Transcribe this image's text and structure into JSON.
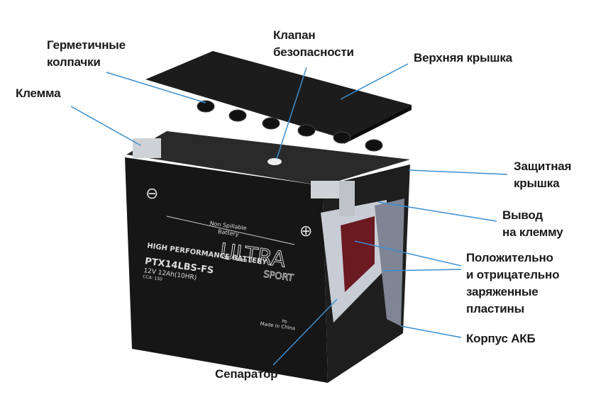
{
  "labels": {
    "caps": [
      "Герметичные",
      "колпачки"
    ],
    "terminal": [
      "Клемма"
    ],
    "valve": [
      "Клапан",
      "безопасности"
    ],
    "top_cover": [
      "Верхняя крышка"
    ],
    "protective_cover": [
      "Защитная",
      "крышка"
    ],
    "terminal_lead": [
      "Вывод",
      "на клемму"
    ],
    "plates": [
      "Положительно",
      "и отрицательно",
      "заряженные",
      "пластины"
    ],
    "case": [
      "Корпус АКБ"
    ],
    "separator": [
      "Сепаратор"
    ]
  },
  "battery": {
    "tagline": [
      "Non Spillable",
      "Battery"
    ],
    "brand": "ULTRA",
    "brand_sub": "SPORT",
    "headline": "HIGH PERFORMANCE BATTERY",
    "model": "PTX14LBS-FS",
    "spec": "12V 12Ah(10HR)",
    "cca": "CCA: 150",
    "origin": "Made in China",
    "pb": "Pb",
    "minus": "⊖",
    "plus": "⊕"
  },
  "colors": {
    "leader": "#3a8fd0",
    "case": "#161616",
    "text": "#1a1a1a"
  }
}
